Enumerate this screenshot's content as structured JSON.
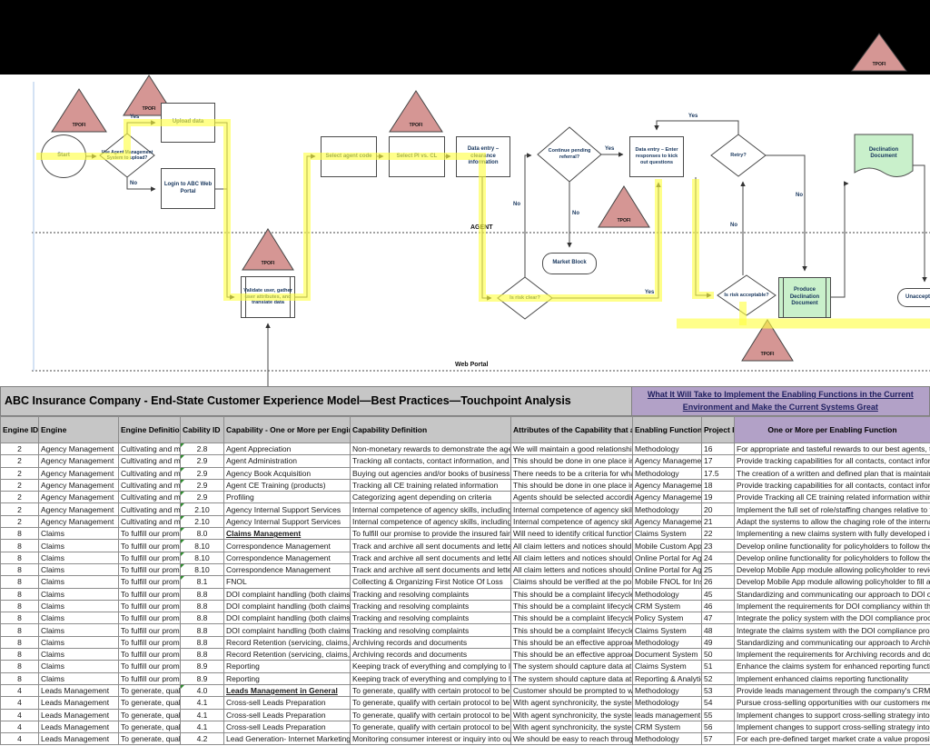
{
  "top_banner": {
    "triangle_label": "TPOFI"
  },
  "flowchart": {
    "triangle_label": "TPOFI",
    "lanes": {
      "agent": "AGENT",
      "web_portal": "Web Portal"
    },
    "edge_labels": {
      "yes": "Yes",
      "no": "No"
    },
    "nodes": {
      "start": "Start",
      "use_ams": "Use Agent Management System to upload?",
      "upload_data": "Upload data",
      "login_abc": "Login to ABC Web Portal",
      "validate_user": "Validate user, gather user attributes, and translate data",
      "select_agent_code": "Select agent code",
      "select_pi_cl": "Select PI vs. CL",
      "data_entry_clearance": "Data entry – clearance information",
      "continue_pending": "Continue pending referral?",
      "data_entry_kickout": "Data entry – Enter responses to kick out questions",
      "retry": "Retry?",
      "declination_doc": "Declination Document",
      "market_block": "Market Block",
      "is_risk_clear": "Is risk clear?",
      "is_risk_acceptable": "Is risk acceptable?",
      "produce_declination": "Produce Declination Document",
      "unacceptable": "Unacceptab"
    }
  },
  "table": {
    "title": "ABC Insurance Company - End-State Customer Experience Model—Best Practices—Touchpoint Analysis",
    "banner": "What It Will Take to Implement the Enabling Functions in the Current Environment and Make the Current Systems Great",
    "columns": [
      "Engine ID",
      "Engine",
      "Engine Definitio",
      "Cability ID",
      "Capability - One or More per Engine",
      "Capability Definition",
      "Attributes of the Capability that a",
      "Enabling Function (E",
      "Project ID",
      "One or More per Enabling Function"
    ],
    "flag_rows": [
      0,
      1,
      2,
      3,
      4,
      5,
      6,
      7,
      8,
      9,
      10,
      11,
      20
    ],
    "emphasis_rows": [
      7,
      20
    ],
    "rows": [
      [
        "2",
        "Agency Management",
        "Cultivating and ma",
        "2.8",
        "Agent Appreciation",
        "Non-monetary rewards to demonstrate the agent-c",
        "We will maintain a good relationship",
        "Methodology",
        "16",
        "For appropriate and tasteful rewards to our best agents, the c"
      ],
      [
        "2",
        "Agency Management",
        "Cultivating and ma",
        "2.9",
        "Agent Administration",
        "Tracking all contacts, contact information, and cod",
        "This should be done in one place in",
        "Agency Management T",
        "17",
        "Provide tracking capabilities for all contacts, contact informati"
      ],
      [
        "2",
        "Agency Management",
        "Cultivating and ma",
        "2.9",
        "Agency Book Acquisition",
        "Buying out agencies and/or books of business",
        "There needs to be a criteria for what",
        "Methodology",
        "17.5",
        "The creation of a written and defined plan that is maintained b"
      ],
      [
        "2",
        "Agency Management",
        "Cultivating and ma",
        "2.9",
        "Agent CE Training (products)",
        "Tracking all CE training related information",
        "This should be done in one place in",
        "Agency Management T",
        "18",
        "Provide tracking capabilities for all contacts, contact informati"
      ],
      [
        "2",
        "Agency Management",
        "Cultivating and ma",
        "2.9",
        "Profiling",
        "Categorizing agent depending on criteria",
        "Agents should be selected according",
        "Agency Management T",
        "19",
        "Provide Tracking all CE training related information within an"
      ],
      [
        "2",
        "Agency Management",
        "Cultivating and ma",
        "2.10",
        "Agency Internal Support Services",
        "Internal competence of agency skills, including alte",
        "Internal competence of agency skills,",
        "Methodology",
        "20",
        "Implement the full set of role/staffing changes relative to the c"
      ],
      [
        "2",
        "Agency Management",
        "Cultivating and ma",
        "2.10",
        "Agency Internal Support Services",
        "Internal competence of agency skills, including alte",
        "Internal competence of agency skills,",
        "Agency Management T",
        "21",
        "Adapt the systems to allow the chaging role of the internal ser"
      ],
      [
        "8",
        "Claims",
        "To fulfill our promi",
        "8.0",
        "Claims Management",
        "To fulfill our promise to provide the insured fair, ac",
        "Will need to identify critical functionalit",
        "Claims System",
        "22",
        "Implementing a new claims system with fully developed interf"
      ],
      [
        "8",
        "Claims",
        "To fulfill our promi",
        "8.10",
        "Correspondence Management",
        "Track and archive all sent documents and letters f",
        "All claim letters and notices should b",
        "Mobile Custom App for",
        "23",
        "Develop online functionality for policyholders to follow the clai"
      ],
      [
        "8",
        "Claims",
        "To fulfill our promi",
        "8.10",
        "Correspondence Management",
        "Track and archive all sent documents and letters f",
        "All claim letters and notices should b",
        "Online Portal for Agents",
        "24",
        "Develop online functionality for policyholders to follow the clai"
      ],
      [
        "8",
        "Claims",
        "To fulfill our promi",
        "8.10",
        "Correspondence Management",
        "Track and archive all sent documents and letters f",
        "All claim letters and notices should b",
        "Online Portal for Agents",
        "25",
        "Develop Mobile App module allowing policyholder to review v"
      ],
      [
        "8",
        "Claims",
        "To fulfill our promi",
        "8.1",
        "FNOL",
        "Collecting & Organizing First Notice Of Loss",
        "Claims should be verified at the point",
        "Mobile FNOL for Insure",
        "26",
        "Develop Mobile App module allowing policyholder to fill an A"
      ],
      [
        "8",
        "Claims",
        "To fulfill our promi",
        "8.8",
        "DOI complaint handling (both claims an",
        "Tracking and resolving complaints",
        "This should be a complaint lifecycle f",
        "Methodology",
        "45",
        "Standardizing and communicating our approach to DOI com"
      ],
      [
        "8",
        "Claims",
        "To fulfill our promi",
        "8.8",
        "DOI complaint handling (both claims an",
        "Tracking and resolving complaints",
        "This should be a complaint lifecycle f",
        "CRM System",
        "46",
        "Implement the requirements for DOI compliancy within the C"
      ],
      [
        "8",
        "Claims",
        "To fulfill our promi",
        "8.8",
        "DOI complaint handling (both claims an",
        "Tracking and resolving complaints",
        "This should be a complaint lifecycle f",
        "Policy System",
        "47",
        "Integrate the policy system with the DOI compliance process"
      ],
      [
        "8",
        "Claims",
        "To fulfill our promi",
        "8.8",
        "DOI complaint handling (both claims an",
        "Tracking and resolving complaints",
        "This should be a complaint lifecycle f",
        "Claims System",
        "48",
        "Integrate the claims system with the DOI compliance process"
      ],
      [
        "8",
        "Claims",
        "To fulfill our promi",
        "8.8",
        "Record Retention (servicing, claims, uw",
        "Archiving records and documents",
        "This should be an effective approach",
        "Methodology",
        "49",
        "Standardizing and communicating our approach to Archiving"
      ],
      [
        "8",
        "Claims",
        "To fulfill our promi",
        "8.8",
        "Record Retention (servicing, claims, uw",
        "Archiving records and documents",
        "This should be an effective approach",
        "Document System",
        "50",
        "Implement the requirements for Archiving records and docur"
      ],
      [
        "8",
        "Claims",
        "To fulfill our promi",
        "8.9",
        "Reporting",
        "Keeping track of everything and complying to lega",
        "The system should capture data at th",
        "Claims System",
        "51",
        "Enhance the claims system for enhanced reporting functiona"
      ],
      [
        "8",
        "Claims",
        "To fulfill our promi",
        "8.9",
        "Reporting",
        "Keeping track of everything and complying to lega",
        "The system should capture data at th",
        "Reporting & Analytics",
        "52",
        "Implement  enhanced claims reporting functionality"
      ],
      [
        "4",
        "Leads Management",
        "To generate, qual",
        "4.0",
        "Leads Management in General",
        "To generate, qualify with certain protocol to be pre",
        "Customer should be prompted to wri",
        "Methodology",
        "53",
        "Provide leads management through the company's CRM sy"
      ],
      [
        "4",
        "Leads Management",
        "To generate, qual",
        "4.1",
        "Cross-sell Leads Preparation",
        "To generate, qualify with certain protocol to be pre",
        "With agent synchronicity, the system",
        "Methodology",
        "54",
        "Pursue cross-selling opportunities with our customers meani"
      ],
      [
        "4",
        "Leads Management",
        "To generate, qual",
        "4.1",
        "Cross-sell Leads Preparation",
        "To generate, qualify with certain protocol to be pre",
        "With agent synchronicity, the system",
        "leads management too",
        "55",
        "Implement changes to support cross-selling strategy into the"
      ],
      [
        "4",
        "Leads Management",
        "To generate, qual",
        "4.1",
        "Cross-sell Leads Preparation",
        "To generate, qualify with certain protocol to be pre",
        "With agent synchronicity, the system",
        "CRM System",
        "56",
        "Implement changes to support cross-selling strategy into the"
      ],
      [
        "4",
        "Leads Management",
        "To generate, qual",
        "4.2",
        "Lead Generation- Internet Marketing",
        "Monitoring consumer interest or inquiry into our pr",
        "We should be easy to reach through",
        "Methodology",
        "57",
        "For each pre-defined target market crate a value proposition"
      ]
    ]
  },
  "colors": {
    "highlight_yellow": "#ffff42",
    "triangle_fill": "#d59694",
    "node_text_blue": "#17365d",
    "green_shape": "#c9f0cb",
    "banner_purple": "#b2a1c7",
    "header_gray": "#c6c6c6"
  }
}
